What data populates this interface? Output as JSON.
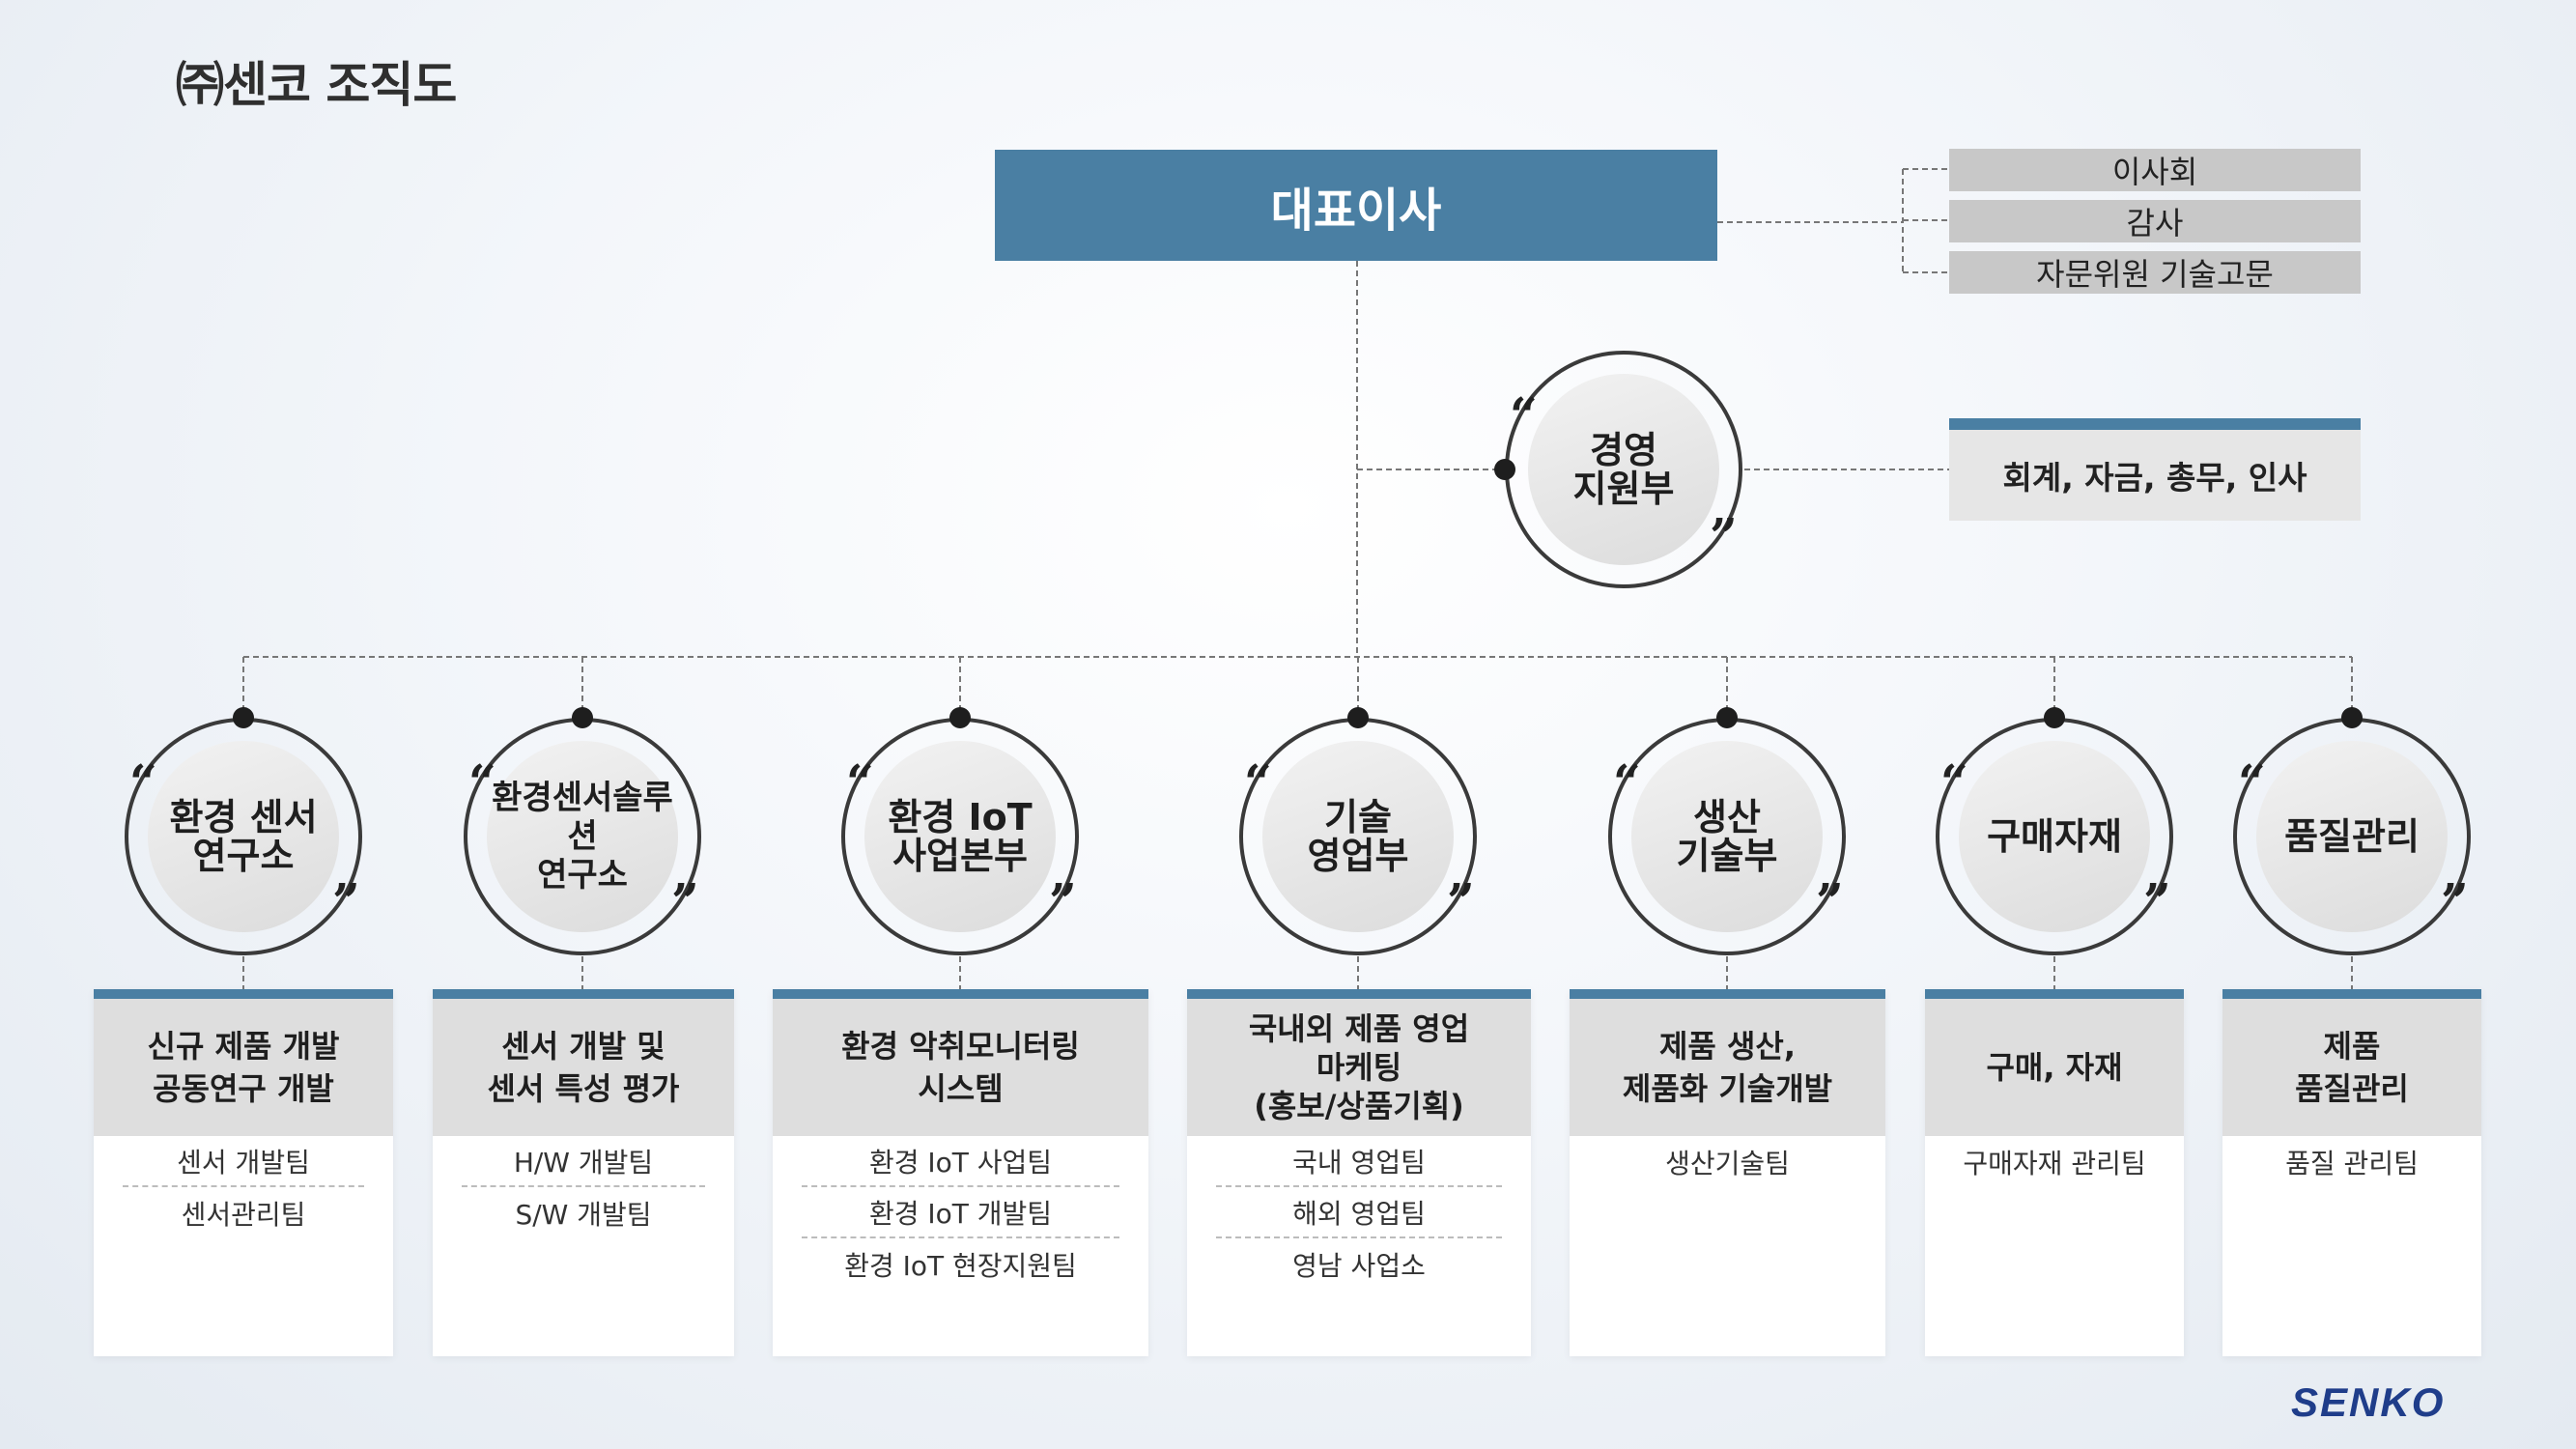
{
  "title": "㈜센코 조직도",
  "ceo": "대표이사",
  "board": [
    "이사회",
    "감사",
    "자문위원 기술고문"
  ],
  "support": {
    "label": "경영\n지원부",
    "desc": "회계, 자금, 총무, 인사"
  },
  "departments": [
    {
      "label": "환경 센서\n연구소",
      "desc": "신규 제품 개발\n공동연구 개발",
      "teams": [
        "센서 개발팀",
        "센서관리팀"
      ]
    },
    {
      "label": "환경센서솔루션\n연구소",
      "desc": "센서 개발 및\n센서 특성 평가",
      "teams": [
        "H/W 개발팀",
        "S/W 개발팀"
      ]
    },
    {
      "label": "환경 IoT\n사업본부",
      "desc": "환경 악취모니터링\n시스템",
      "teams": [
        "환경 IoT 사업팀",
        "환경 IoT 개발팀",
        "환경 IoT 현장지원팀"
      ]
    },
    {
      "label": "기술\n영업부",
      "desc": "국내외 제품 영업\n마케팅\n(홍보/상품기획)",
      "teams": [
        "국내 영업팀",
        "해외 영업팀",
        "영남 사업소"
      ]
    },
    {
      "label": "생산\n기술부",
      "desc": "제품 생산,\n제품화 기술개발",
      "teams": [
        "생산기술팀"
      ]
    },
    {
      "label": "구매자재",
      "desc": "구매, 자재",
      "teams": [
        "구매자재 관리팀"
      ]
    },
    {
      "label": "품질관리",
      "desc": "제품\n품질관리",
      "teams": [
        "품질 관리팀"
      ]
    }
  ],
  "logo": "SENKO"
}
